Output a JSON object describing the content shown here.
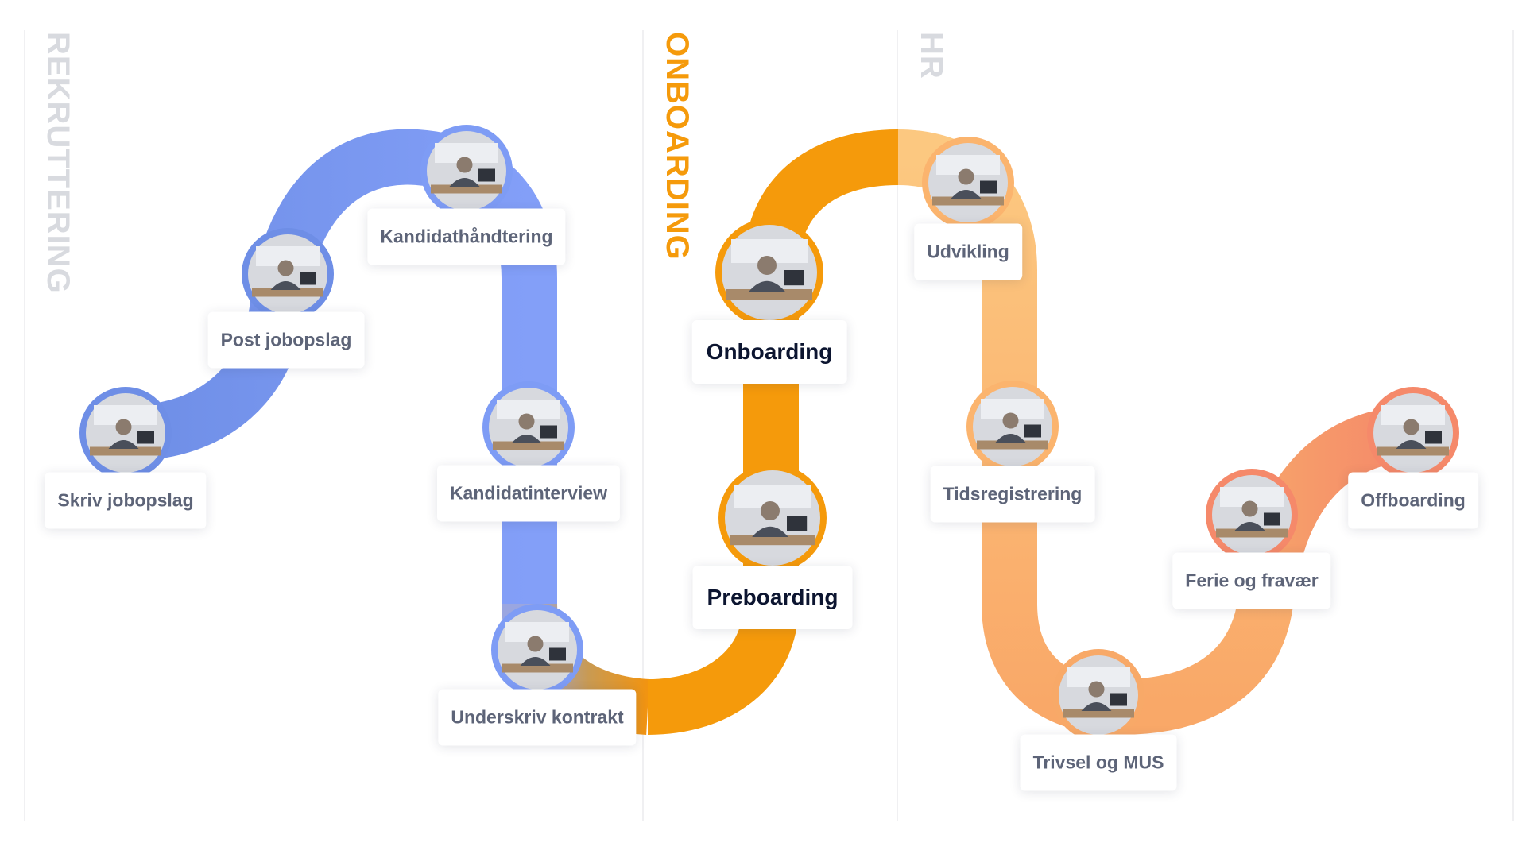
{
  "sections": [
    {
      "title": "REKRUTTERING",
      "color": "#d8dadf"
    },
    {
      "title": "ONBOARDING",
      "color": "#f59a0b"
    },
    {
      "title": "HR",
      "color": "#d8dadf"
    }
  ],
  "steps": [
    {
      "label": "Skriv jobopslag",
      "ring": "#6e8ee6",
      "active": false
    },
    {
      "label": "Post jobopslag",
      "ring": "#6e8ee6",
      "active": false
    },
    {
      "label": "Kandidathåndtering",
      "ring": "#7e9cf5",
      "active": false
    },
    {
      "label": "Kandidatinterview",
      "ring": "#7e9cf5",
      "active": false
    },
    {
      "label": "Underskriv kontrakt",
      "ring": "#7e9cf5",
      "active": false
    },
    {
      "label": "Preboarding",
      "ring": "#f59a0b",
      "active": true
    },
    {
      "label": "Onboarding",
      "ring": "#f59a0b",
      "active": true
    },
    {
      "label": "Udvikling",
      "ring": "#fbb46e",
      "active": false
    },
    {
      "label": "Tidsregistrering",
      "ring": "#fbb46e",
      "active": false
    },
    {
      "label": "Trivsel og MUS",
      "ring": "#f8a968",
      "active": false
    },
    {
      "label": "Ferie og fravær",
      "ring": "#f5896a",
      "active": false
    },
    {
      "label": "Offboarding",
      "ring": "#f5896a",
      "active": false
    }
  ],
  "colors": {
    "blue": "#6e8ee6",
    "blue_light": "#839ff8",
    "orange": "#f59a0b",
    "peach": "#fbb468",
    "salmon": "#f5886a"
  }
}
